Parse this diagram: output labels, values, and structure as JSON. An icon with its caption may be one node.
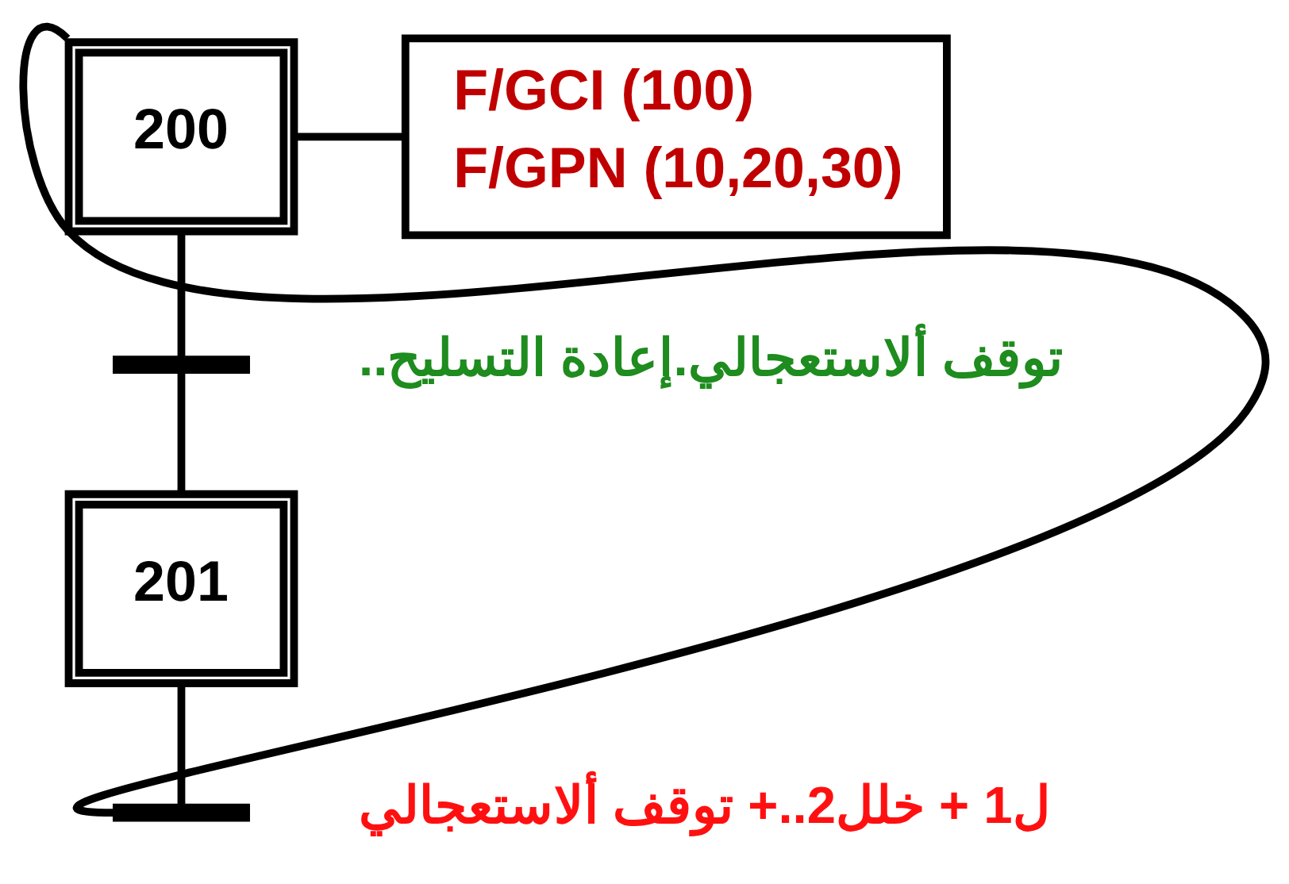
{
  "diagram": {
    "nodes": [
      {
        "text": [
          "200"
        ]
      },
      {
        "text": [
          "F/GCI (100)",
          "F/GPN (10,20,30)"
        ]
      },
      {
        "text": [],
        "shape": "bar",
        "beside": [
          "..توقف ألاستعجالي.إعادة التسليح"
        ]
      },
      {
        "text": [
          "201"
        ]
      },
      {
        "text": [],
        "shape": "bar",
        "beside": [
          "ل1 + خلل2..+ توقف ألاستعجالي"
        ]
      }
    ],
    "edges": [
      {
        "from": 0,
        "to": 1,
        "arrow": "none"
      },
      {
        "from": 0,
        "to": 2,
        "arrow": "none"
      },
      {
        "from": 2,
        "to": 3,
        "arrow": "none"
      },
      {
        "from": 3,
        "to": 4,
        "arrow": "none"
      },
      {
        "from": 4,
        "to": 0,
        "arrow": "none"
      }
    ]
  }
}
